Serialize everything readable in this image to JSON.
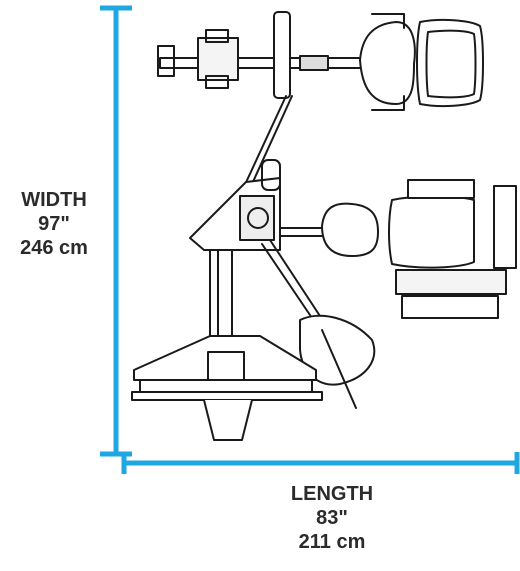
{
  "dimensions": {
    "width": {
      "title": "WIDTH",
      "imperial": "97\"",
      "metric": "246 cm"
    },
    "length": {
      "title": "LENGTH",
      "imperial": "83\"",
      "metric": "211 cm"
    }
  },
  "colors": {
    "dimension_line": "#1ea7e0",
    "drawing_stroke": "#1a1a1a",
    "label_text": "#2b2b2b"
  }
}
